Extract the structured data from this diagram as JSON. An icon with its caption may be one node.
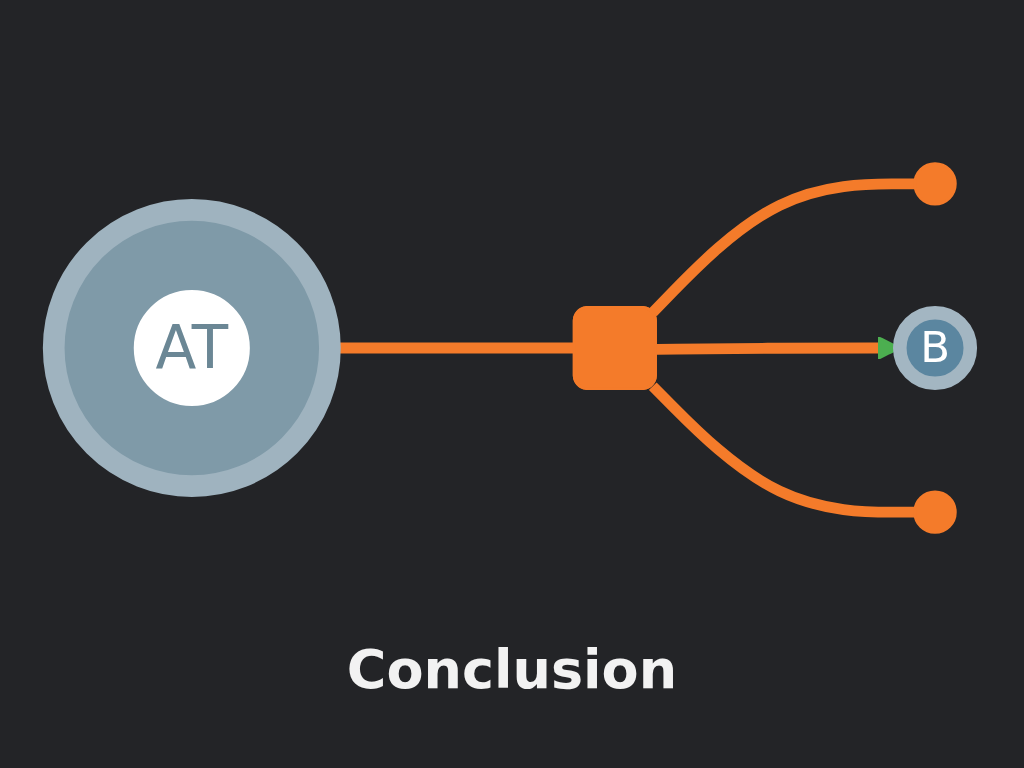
{
  "diagram": {
    "title": "Conclusion",
    "nodes": [
      {
        "text": [],
        "shape": "circle"
      },
      {
        "text": [
          "AT"
        ],
        "in": 0
      },
      {
        "text": [],
        "shape": "box"
      },
      {
        "text": [],
        "shape": "circle"
      },
      {
        "text": [],
        "shape": "circle"
      },
      {
        "text": [
          "B"
        ]
      }
    ],
    "edges": [
      {
        "from": 0,
        "to": 2,
        "arrow": "none"
      },
      {
        "from": 2,
        "to": 3,
        "arrow": "none"
      },
      {
        "from": 2,
        "to": 5,
        "arrow": "to"
      },
      {
        "from": 2,
        "to": 4,
        "arrow": "none"
      }
    ]
  }
}
